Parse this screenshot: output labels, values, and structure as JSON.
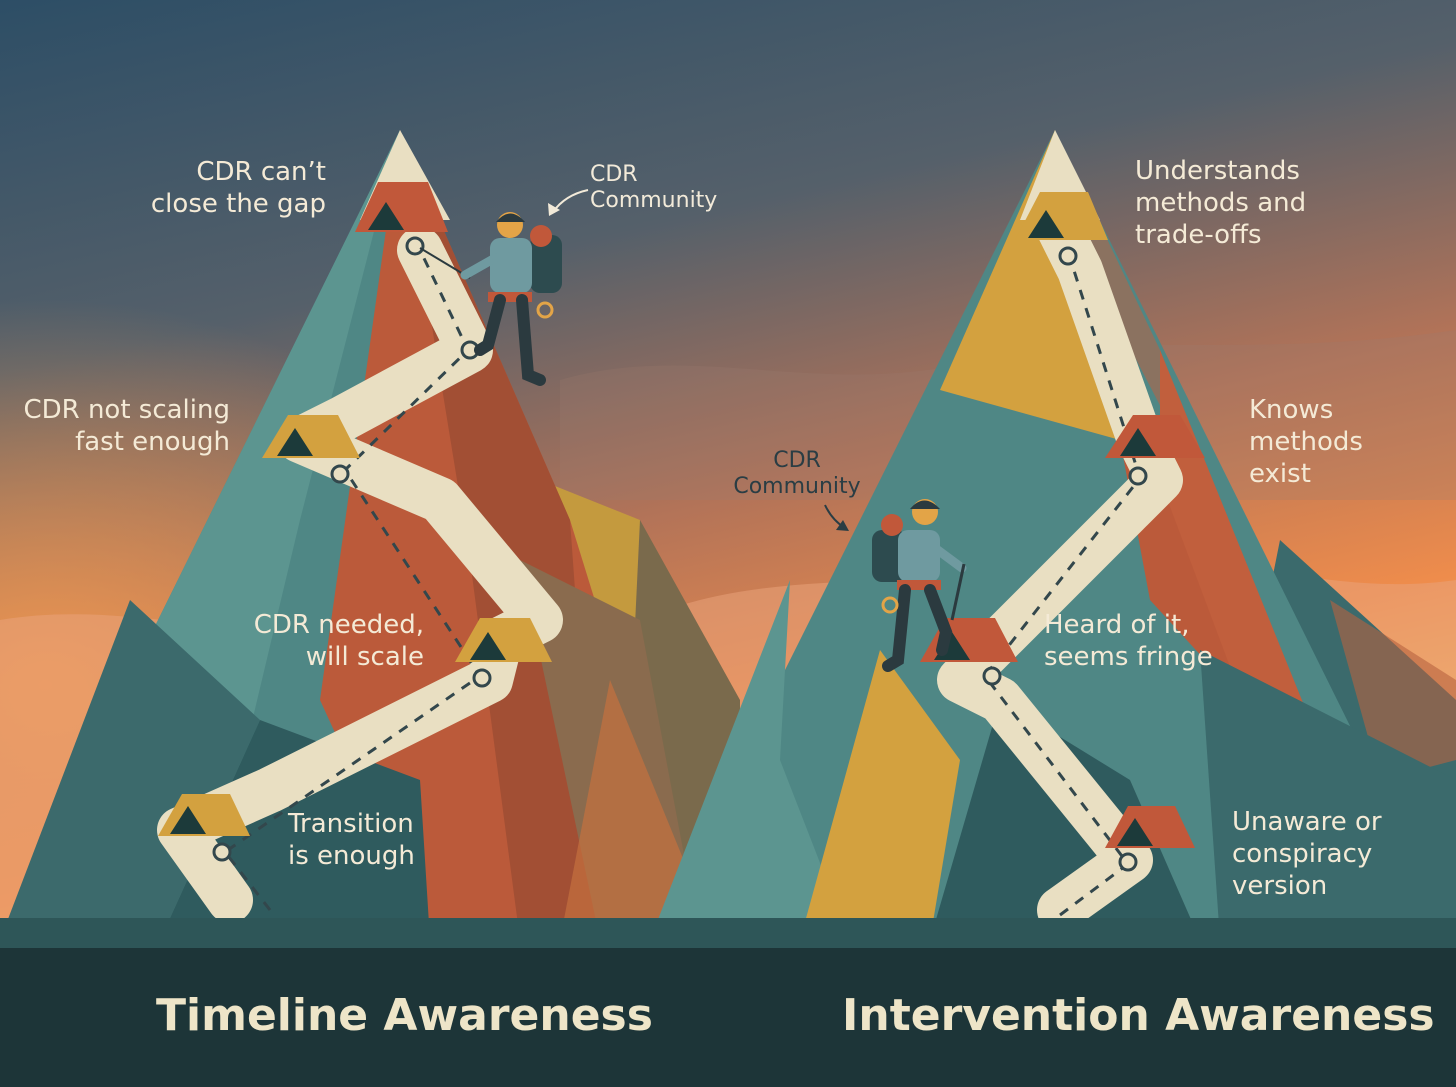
{
  "left_mountain": {
    "title": "Timeline Awareness",
    "levels": [
      "CDR can’t\nclose the gap",
      "CDR not scaling\nfast enough",
      "CDR needed,\nwill scale",
      "Transition\nis enough"
    ],
    "climber_label": "CDR\nCommunity"
  },
  "right_mountain": {
    "title": "Intervention Awareness",
    "levels": [
      "Understands\nmethods and\ntrade-offs",
      "Knows\nmethods\nexist",
      "Heard of it,\nseems fringe",
      "Unaware or\nconspiracy\nversion"
    ],
    "climber_label": "CDR\nCommunity"
  },
  "colors": {
    "sky_top": "#2f5168",
    "sky_horizon": "#ee8a4c",
    "teal": "#4f8785",
    "teal_dark": "#2f5b5e",
    "rust": "#bb5a3a",
    "ochre": "#d3a13f",
    "path": "#e9dfc2",
    "footer": "#1d3538",
    "title_text": "#eee5c8"
  }
}
